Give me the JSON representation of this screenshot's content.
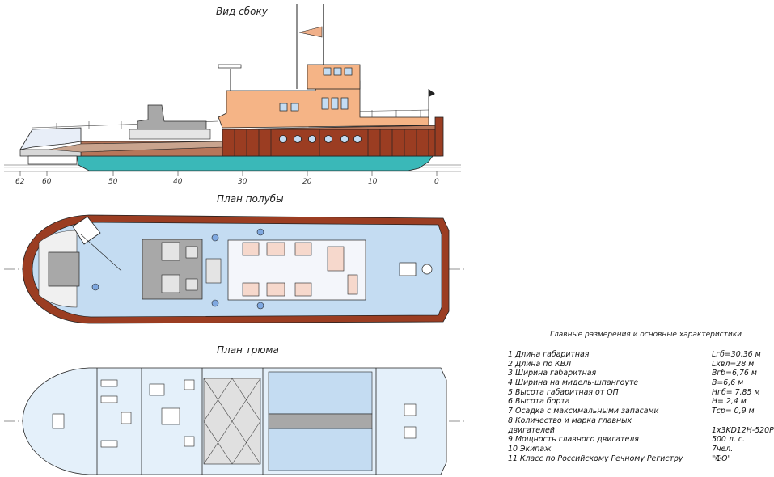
{
  "views": {
    "side": "Вид сбоку",
    "deck": "План полубы",
    "hold": "План трюма"
  },
  "frames": [
    "62",
    "60",
    "50",
    "40",
    "30",
    "20",
    "10",
    "0"
  ],
  "specs": {
    "title": "Главные размерения и основные характеристики",
    "rows": [
      {
        "t": "1 Длина габаритная",
        "v": "Lгб=30,36 м"
      },
      {
        "t": "2 Длина по КВЛ",
        "v": "Lквл=28 м"
      },
      {
        "t": "3 Ширина габаритная",
        "v": "Bгб=6,76 м"
      },
      {
        "t": "4 Ширина на мидель-шпангоуте",
        "v": "B=6,6 м"
      },
      {
        "t": "5 Высота габаритная от ОП",
        "v": "Hгб= 7,85 м"
      },
      {
        "t": "6 Высота борта",
        "v": "H= 2,4 м"
      },
      {
        "t": "7 Осадка с максимальными запасами",
        "v": "Tср= 0,9 м"
      },
      {
        "t": "8 Количество и марка главных",
        "v": ""
      },
      {
        "t": "   двигателей",
        "v": "1x3KD12H-520P"
      },
      {
        "t": "9 Мощность главного двигателя",
        "v": "500 л. с."
      },
      {
        "t": "10 Экипаж",
        "v": "7чел."
      },
      {
        "t": "11 Класс по Российскому Речному Регистру",
        "v": "\"✠O\""
      }
    ]
  },
  "colors": {
    "hull": "#a0401e",
    "deck": "#c4dcf2",
    "super": "#f5b486",
    "water": "#3ab8b8",
    "brown": "#b7765a",
    "gray": "#a8a8a8"
  }
}
